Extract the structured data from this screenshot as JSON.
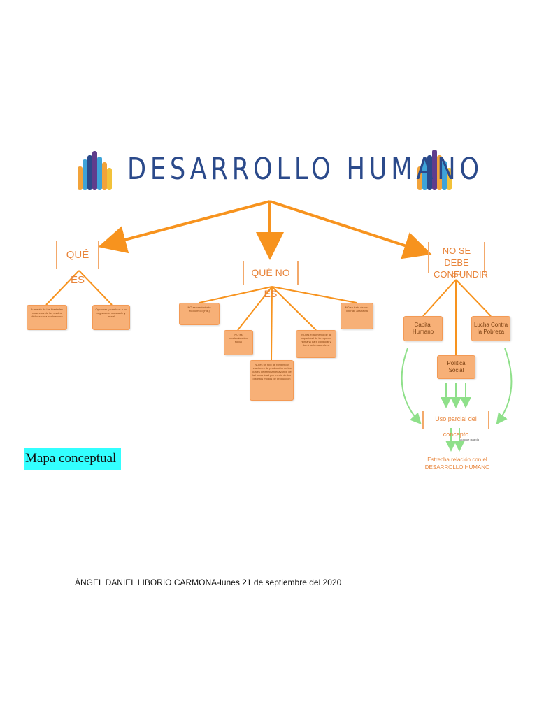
{
  "title": "DESARROLLO HUMANO",
  "branches": {
    "que_es": "QUÉ ES",
    "que_no_es": "QUÉ NO ES",
    "no_confundir": "NO SE DEBE CONFUNDIR",
    "con": "CON"
  },
  "que_es_nodes": [
    "Aumento de las libertades concretas de las cuales disfruta cada ser humano",
    "Opciones y cambios a un argumento razonable y moral"
  ],
  "que_no_es_nodes": [
    "NO es crecimiento económico (PIB)",
    "NO es modernización social",
    "NO es un tipo de fomento y relaciones de producción de los cuales determinan el avance de la humanidad por medio de los distintos modos de producción",
    "NO es el aumento de la capacidad de la especie humana para controlar y dominar la naturaleza",
    "NO se trata de una libertad abstracta"
  ],
  "confundir_nodes": {
    "capital_humano": "Capital Humano",
    "lucha_pobreza": "Lucha Contra la Pobreza",
    "politica_social": "Política Social"
  },
  "uso_parcial": "Uso parcial del concepto",
  "aunque_guarda": "aunque guarda",
  "estrecha_line1": "Estrecha relación con el",
  "estrecha_line2": "DESARROLLO HUMANO",
  "caption": "Mapa conceptual",
  "footer": "ÁNGEL DANIEL LIBORIO CARMONA-lunes 21 de septiembre del 2020",
  "colors": {
    "orange": "#f7931e",
    "node_fill": "#f7b077",
    "green": "#8fe08a",
    "title_blue": "#2b4a8b",
    "caption_bg": "#33ffff"
  }
}
